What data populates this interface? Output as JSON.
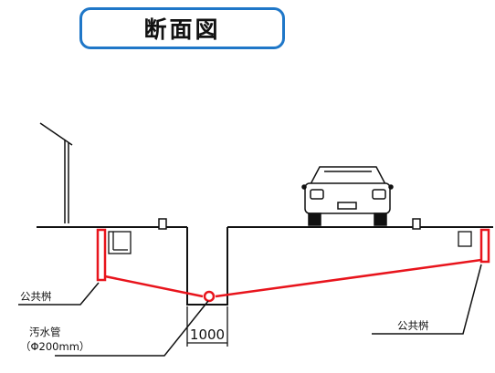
{
  "title": "断面図",
  "labels": {
    "catch_basin_left": "公共桝",
    "catch_basin_right": "公共桝",
    "sewer_pipe": "汚水管",
    "sewer_pipe_size": "（Φ200mm）",
    "trench_width": "1000"
  },
  "colors": {
    "title_border": "#1f77c8",
    "connection_line": "#e8141c",
    "structure": "#111111"
  }
}
